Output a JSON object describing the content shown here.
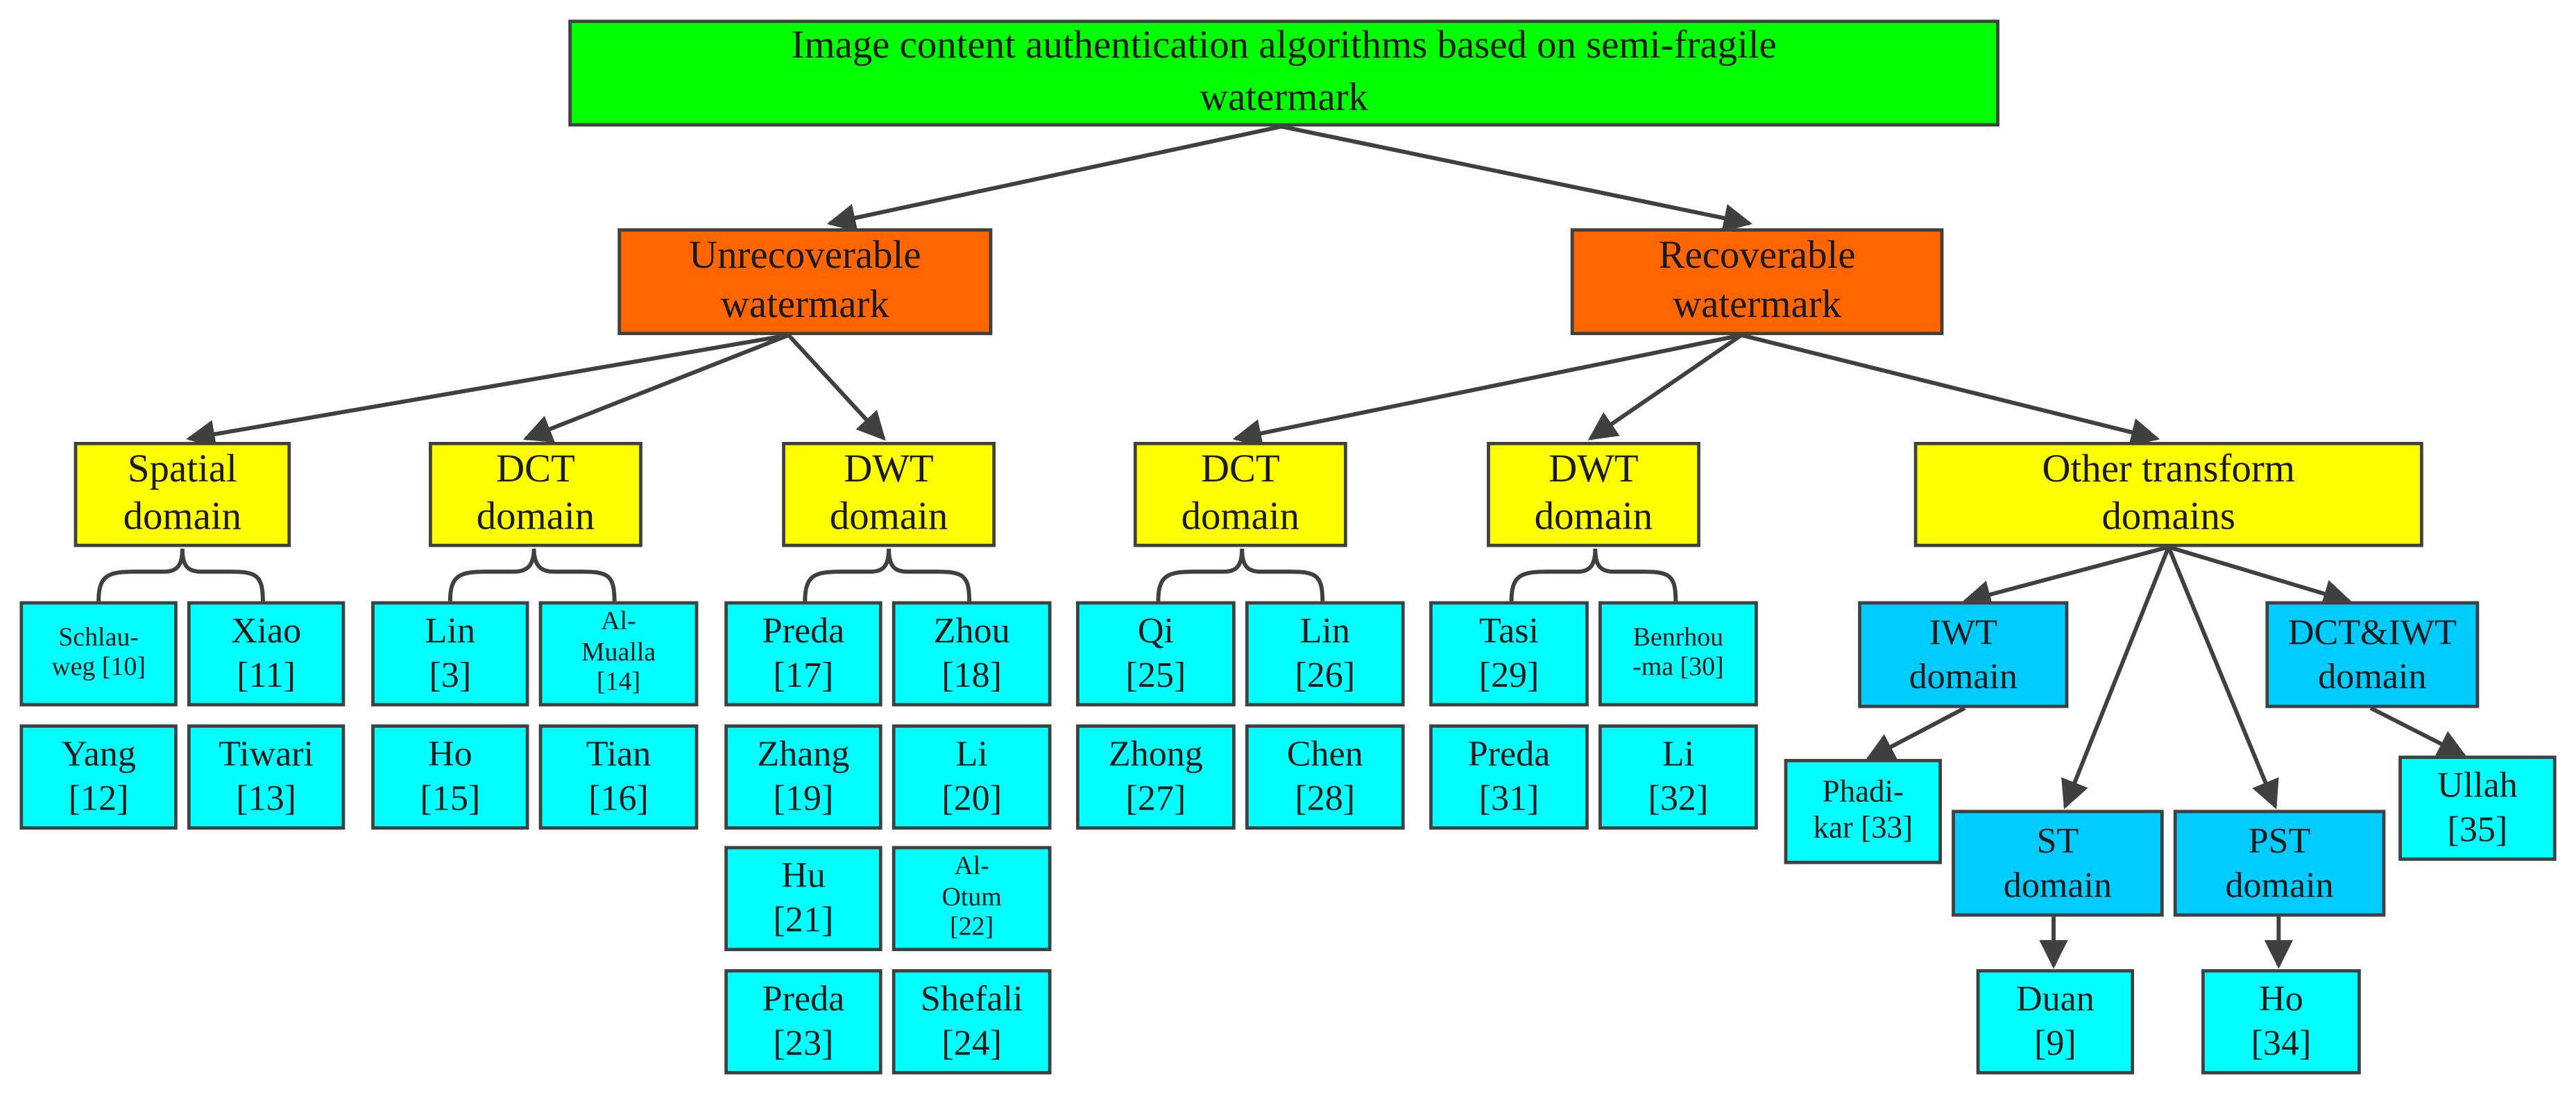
{
  "root": "Image content authentication algorithms based on semi-fragile\nwatermark",
  "categories": {
    "unrecoverable": "Unrecoverable\nwatermark",
    "recoverable": "Recoverable\nwatermark"
  },
  "domains": {
    "spatial": "Spatial\ndomain",
    "dct_u": "DCT\ndomain",
    "dwt_u": "DWT\ndomain",
    "dct_r": "DCT\ndomain",
    "dwt_r": "DWT\ndomain",
    "other": "Other transform\ndomains"
  },
  "sub_domains": {
    "iwt": "IWT\ndomain",
    "st": "ST\ndomain",
    "pst": "PST\ndomain",
    "dctiwt": "DCT&IWT\ndomain"
  },
  "leaves": {
    "schlauweg": "Schlau-\nweg [10]",
    "xiao": "Xiao\n[11]",
    "yang": "Yang\n[12]",
    "tiwari": "Tiwari\n[13]",
    "lin3": "Lin\n[3]",
    "almualla": "Al-\nMualla\n[14]",
    "ho15": "Ho\n[15]",
    "tian": "Tian\n[16]",
    "preda17": "Preda\n[17]",
    "zhou": "Zhou\n[18]",
    "zhang": "Zhang\n[19]",
    "li20": "Li\n[20]",
    "hu": "Hu\n[21]",
    "alotum": "Al-\nOtum\n[22]",
    "preda23": "Preda\n[23]",
    "shefali": "Shefali\n[24]",
    "qi": "Qi\n[25]",
    "lin26": "Lin\n[26]",
    "zhong": "Zhong\n[27]",
    "chen": "Chen\n[28]",
    "tasi": "Tasi\n[29]",
    "benrhouma": "Benrhou\n-ma [30]",
    "preda31": "Preda\n[31]",
    "li32": "Li\n[32]",
    "phadikar": "Phadi-\nkar [33]",
    "duan": "Duan\n[9]",
    "ho34": "Ho\n[34]",
    "ullah": "Ullah\n[35]"
  },
  "colors": {
    "root": "#00ff00",
    "category": "#ff6600",
    "domain": "#ffff00",
    "sub_domain": "#00ccff",
    "leaf": "#00ffff",
    "edge": "#404040"
  }
}
